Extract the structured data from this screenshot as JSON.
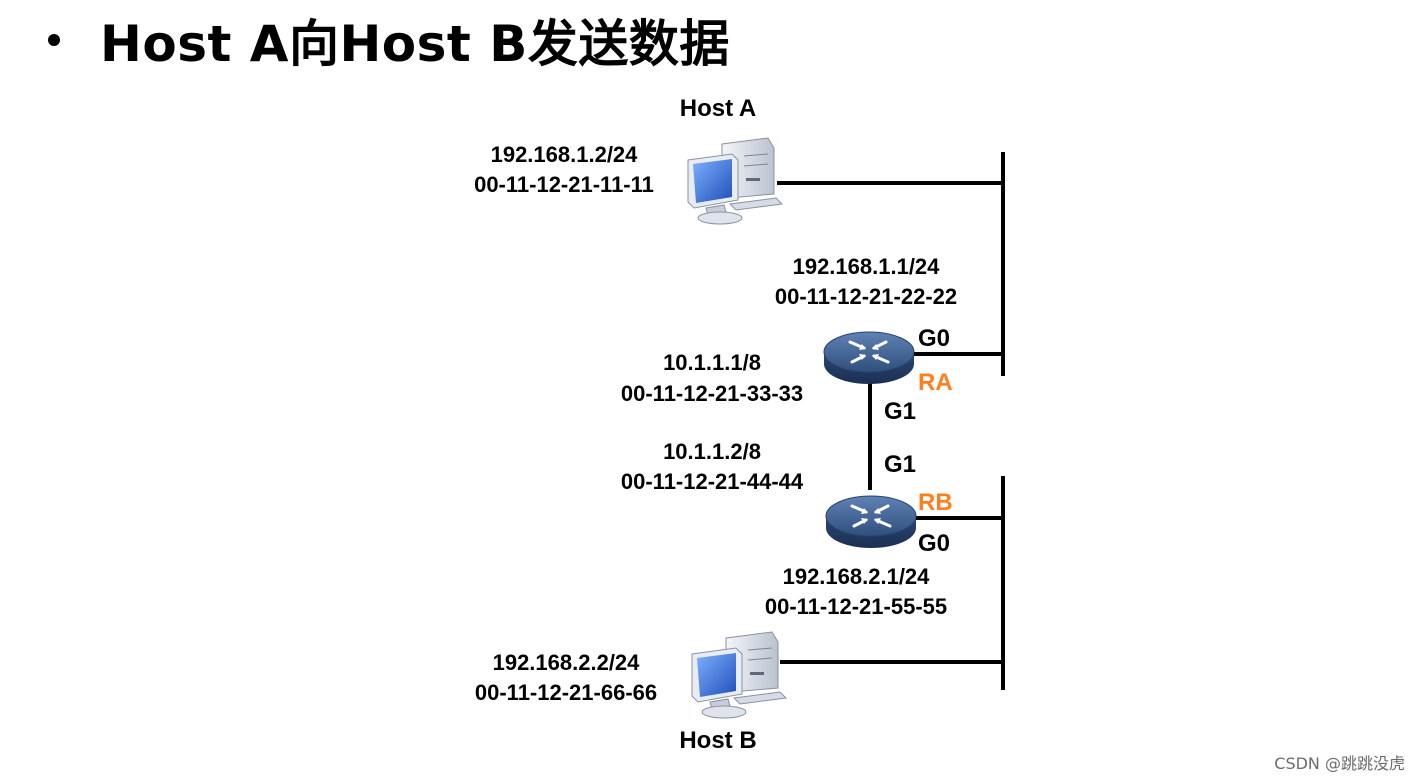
{
  "title": "Host A向Host B发送数据",
  "hosts": {
    "a": {
      "name": "Host A",
      "ip": "192.168.1.2/24",
      "mac": "00-11-12-21-11-11"
    },
    "b": {
      "name": "Host B",
      "ip": "192.168.2.2/24",
      "mac": "00-11-12-21-66-66"
    }
  },
  "routers": {
    "ra": {
      "name": "RA",
      "g0": {
        "port": "G0",
        "ip": "192.168.1.1/24",
        "mac": "00-11-12-21-22-22"
      },
      "g1": {
        "port": "G1",
        "ip": "10.1.1.1/8",
        "mac": "00-11-12-21-33-33"
      }
    },
    "rb": {
      "name": "RB",
      "g1": {
        "port": "G1",
        "ip": "10.1.1.2/8",
        "mac": "00-11-12-21-44-44"
      },
      "g0": {
        "port": "G0",
        "ip": "192.168.2.1/24",
        "mac": "00-11-12-21-55-55"
      }
    }
  },
  "colors": {
    "router_label": "#ff7f1e",
    "router_body": "#3a5a88",
    "screen": "#3d7bd8"
  },
  "watermark": "CSDN @跳跳没虎"
}
